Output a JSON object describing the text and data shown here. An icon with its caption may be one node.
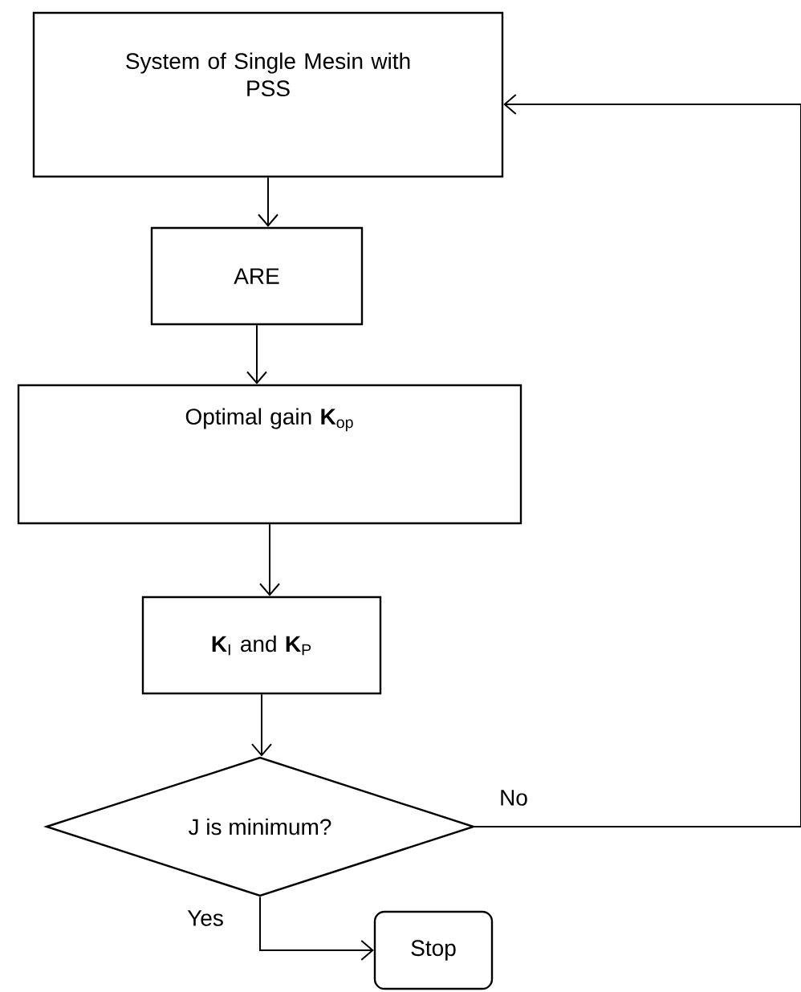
{
  "diagram": {
    "nodes": [
      {
        "text": [
          "System of Single Mesin with PSS"
        ]
      },
      {
        "text": [
          "ARE"
        ]
      },
      {
        "text": [
          "Optimal gain **K**$_{op}$"
        ]
      },
      {
        "text": [
          "**K**$_{I}$ and **K**$_{P}$"
        ]
      },
      {
        "text": [
          "J is minimum?"
        ]
      },
      {
        "text": [
          "Stop"
        ]
      }
    ],
    "edges": [
      {
        "from": 0,
        "to": 1,
        "arrow": "to"
      },
      {
        "from": 1,
        "to": 2,
        "arrow": "to"
      },
      {
        "from": 2,
        "to": 3,
        "arrow": "to"
      },
      {
        "from": 3,
        "to": 4,
        "arrow": "to"
      },
      {
        "from": 4,
        "to": 5,
        "arrow": "to",
        "label": "Yes"
      },
      {
        "from": 4,
        "to": 0,
        "arrow": "to",
        "label": "No"
      }
    ]
  }
}
